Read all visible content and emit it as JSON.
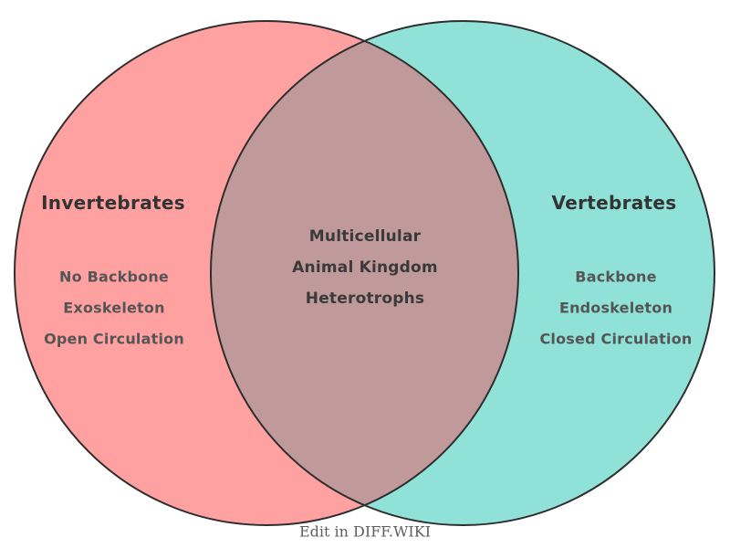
{
  "venn": {
    "left": {
      "title": "Invertebrates",
      "items": [
        "No Backbone",
        "Exoskeleton",
        "Open Circulation"
      ],
      "color": "#FFA1A1"
    },
    "right": {
      "title": "Vertebrates",
      "items": [
        "Backbone",
        "Endoskeleton",
        "Closed Circulation"
      ],
      "color": "#90E1D8"
    },
    "intersection": {
      "items": [
        "Multicellular",
        "Animal Kingdom",
        "Heterotrophs"
      ],
      "color": "#C09A9B"
    },
    "outline_color": "#2E2E2E"
  },
  "footer": {
    "label": "Edit in DIFF.WIKI"
  }
}
